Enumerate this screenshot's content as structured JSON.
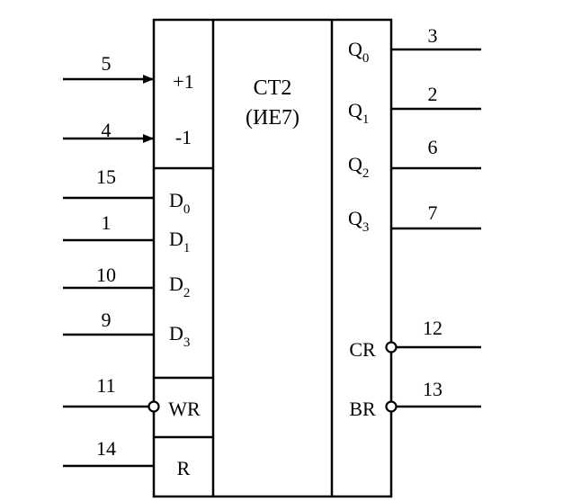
{
  "chip": {
    "title_line1": "CT2",
    "title_line2": "(ИЕ7)"
  },
  "inputs": {
    "up": {
      "pin": "5",
      "label": "+1"
    },
    "down": {
      "pin": "4",
      "label": "-1"
    },
    "d0": {
      "pin": "15",
      "label": "D",
      "sub": "0"
    },
    "d1": {
      "pin": "1",
      "label": "D",
      "sub": "1"
    },
    "d2": {
      "pin": "10",
      "label": "D",
      "sub": "2"
    },
    "d3": {
      "pin": "9",
      "label": "D",
      "sub": "3"
    },
    "wr": {
      "pin": "11",
      "label": "WR"
    },
    "r": {
      "pin": "14",
      "label": "R"
    }
  },
  "outputs": {
    "q0": {
      "pin": "3",
      "label": "Q",
      "sub": "0"
    },
    "q1": {
      "pin": "2",
      "label": "Q",
      "sub": "1"
    },
    "q2": {
      "pin": "6",
      "label": "Q",
      "sub": "2"
    },
    "q3": {
      "pin": "7",
      "label": "Q",
      "sub": "3"
    },
    "cr": {
      "pin": "12",
      "label": "CR"
    },
    "br": {
      "pin": "13",
      "label": "BR"
    }
  },
  "colors": {
    "stroke": "#000000",
    "background": "#ffffff"
  }
}
